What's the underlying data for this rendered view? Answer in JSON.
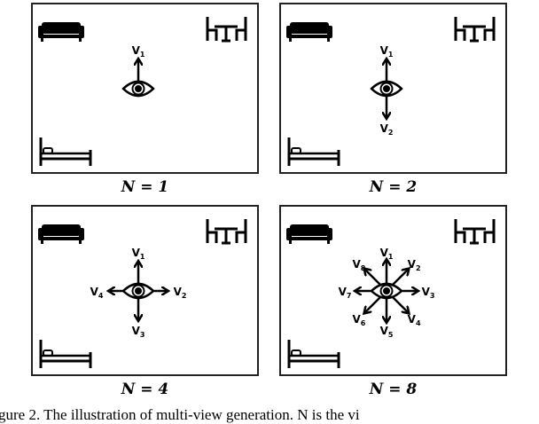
{
  "panels": [
    {
      "label": "N = 1",
      "views": [
        "V1"
      ]
    },
    {
      "label": "N = 2",
      "views": [
        "V1",
        "V2"
      ]
    },
    {
      "label": "N = 4",
      "views": [
        "V1",
        "V2",
        "V3",
        "V4"
      ]
    },
    {
      "label": "N = 8",
      "views": [
        "V1",
        "V2",
        "V3",
        "V4",
        "V5",
        "V6",
        "V7",
        "V8"
      ]
    }
  ],
  "icons": [
    "sofa-icon",
    "dining-table-icon",
    "bed-icon",
    "eye-icon"
  ],
  "caption": "gure 2. The illustration of multi-view generation. N is the vi"
}
